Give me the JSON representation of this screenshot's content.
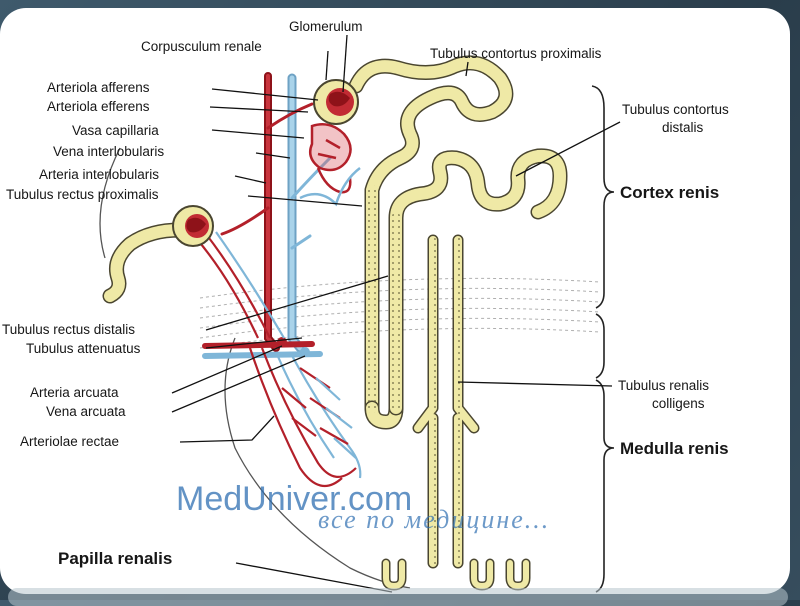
{
  "labels": {
    "glomerulum": "Glomerulum",
    "corpusculum_renale": "Corpusculum renale",
    "tubulus_contortus_proximalis": "Tubulus contortus proximalis",
    "arteriola_afferens": "Arteriola afferens",
    "arteriola_efferens": "Arteriola efferens",
    "vasa_capillaria": "Vasa capillaria",
    "vena_interlobularis": "Vena interlobularis",
    "arteria_interlobularis": "Arteria interlobularis",
    "tubulus_rectus_proximalis": "Tubulus rectus proximalis",
    "tubulus_contortus_distalis_1": "Tubulus contortus",
    "tubulus_contortus_distalis_2": "distalis",
    "cortex_renis": "Cortex renis",
    "tubulus_rectus_distalis": "Tubulus rectus distalis",
    "tubulus_attenuatus": "Tubulus attenuatus",
    "arteria_arcuata": "Arteria arcuata",
    "vena_arcuata": "Vena arcuata",
    "arteriolae_rectae": "Arteriolae rectae",
    "tubulus_renalis_colligens_1": "Tubulus renalis",
    "tubulus_renalis_colligens_2": "colligens",
    "medulla_renis": "Medulla renis",
    "papilla_renalis": "Papilla renalis"
  },
  "watermark": {
    "site": "MedUniver.com",
    "tagline": "все по медицине..."
  },
  "colors": {
    "artery": "#b3202a",
    "vein": "#7fb6d8",
    "tubule_fill": "#efe9a6",
    "tubule_stroke": "#4a4630",
    "leader": "#111111"
  }
}
